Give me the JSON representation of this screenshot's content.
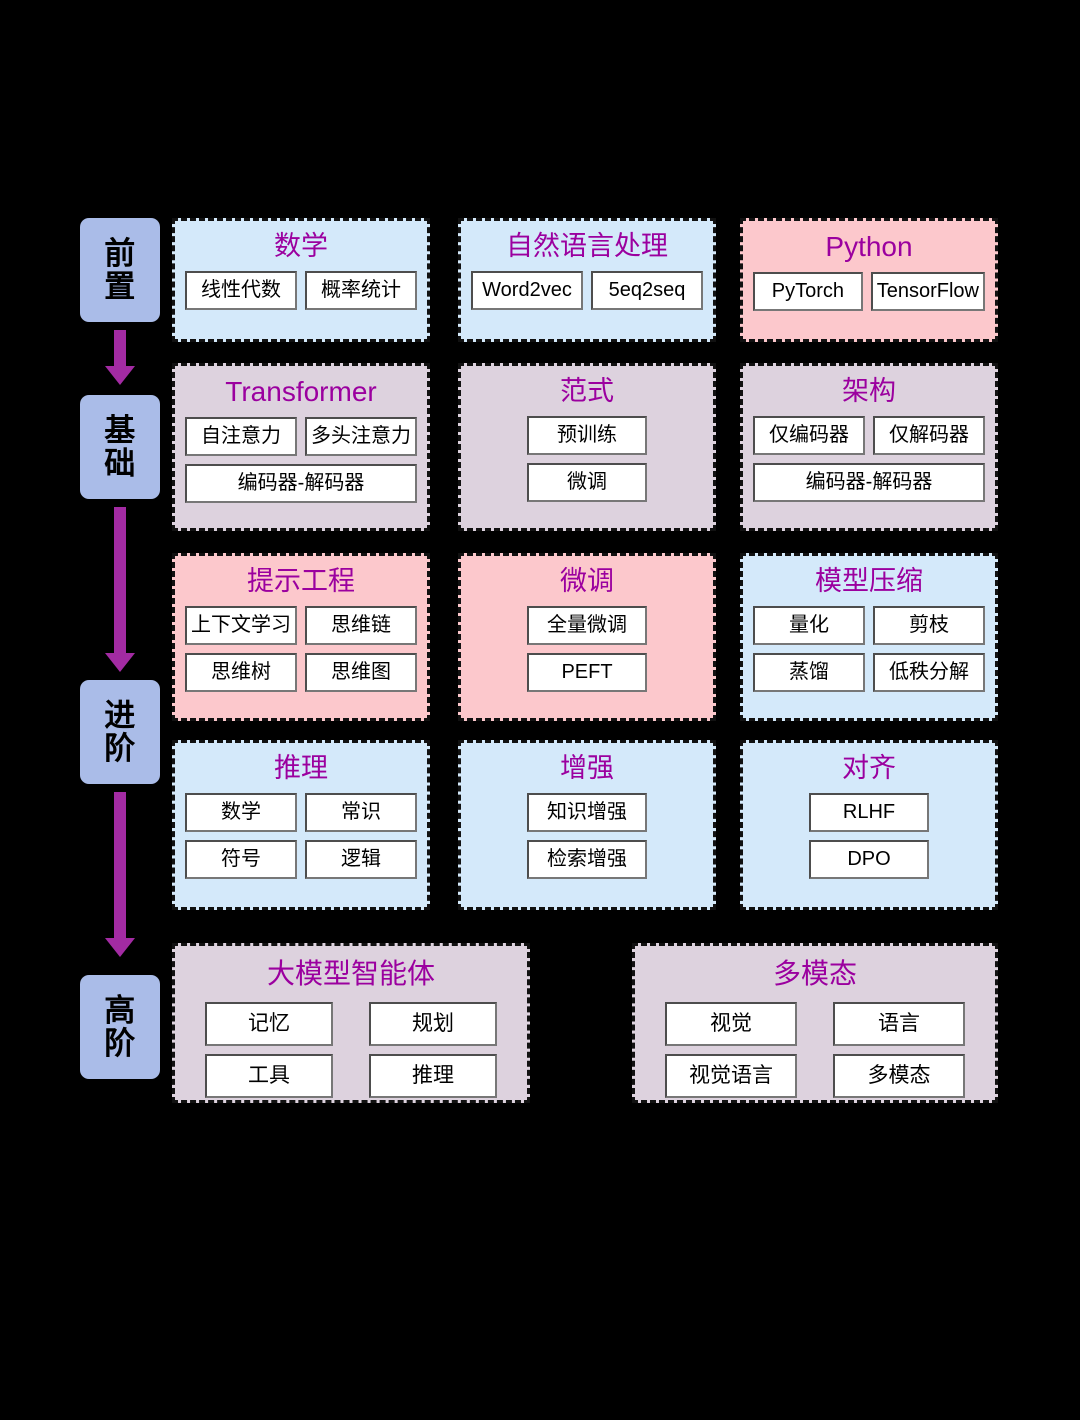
{
  "diagram": {
    "background_color": "#000000",
    "accent_title_color": "#9b009f",
    "arrow_color": "#a32ba3",
    "badge_color": "#aabce8",
    "group_colors": {
      "blue": "#d4e9fa",
      "pink": "#fcc8cc",
      "mauve": "#ddd2de"
    }
  },
  "stages": [
    {
      "id": "prerequisite",
      "label_chars": [
        "前",
        "置"
      ]
    },
    {
      "id": "foundation",
      "label_chars": [
        "基",
        "础"
      ]
    },
    {
      "id": "advanced",
      "label_chars": [
        "进",
        "阶"
      ]
    },
    {
      "id": "expert",
      "label_chars": [
        "高",
        "阶"
      ]
    }
  ],
  "groups": {
    "math": {
      "title": "数学",
      "color": "blue",
      "rows": [
        [
          "线性代数",
          "概率统计"
        ]
      ]
    },
    "nlp": {
      "title": "自然语言处理",
      "color": "blue",
      "rows": [
        [
          "Word2vec",
          "5eq2seq"
        ]
      ]
    },
    "python": {
      "title": "Python",
      "color": "pink",
      "rows": [
        [
          "PyTorch",
          "TensorFlow"
        ]
      ]
    },
    "transformer": {
      "title": "Transformer",
      "color": "mauve",
      "rows": [
        [
          "自注意力",
          "多头注意力"
        ],
        [
          "编码器-解码器"
        ]
      ]
    },
    "paradigm": {
      "title": "范式",
      "color": "mauve",
      "rows": [
        [
          "预训练"
        ],
        [
          "微调"
        ]
      ]
    },
    "architecture": {
      "title": "架构",
      "color": "mauve",
      "rows": [
        [
          "仅编码器",
          "仅解码器"
        ],
        [
          "编码器-解码器"
        ]
      ]
    },
    "prompting": {
      "title": "提示工程",
      "color": "pink",
      "rows": [
        [
          "上下文学习",
          "思维链"
        ],
        [
          "思维树",
          "思维图"
        ]
      ]
    },
    "finetune": {
      "title": "微调",
      "color": "pink",
      "rows": [
        [
          "全量微调"
        ],
        [
          "PEFT"
        ]
      ]
    },
    "compression": {
      "title": "模型压缩",
      "color": "blue",
      "rows": [
        [
          "量化",
          "剪枝"
        ],
        [
          "蒸馏",
          "低秩分解"
        ]
      ]
    },
    "reasoning": {
      "title": "推理",
      "color": "blue",
      "rows": [
        [
          "数学",
          "常识"
        ],
        [
          "符号",
          "逻辑"
        ]
      ]
    },
    "augmentation": {
      "title": "增强",
      "color": "blue",
      "rows": [
        [
          "知识增强"
        ],
        [
          "检索增强"
        ]
      ]
    },
    "alignment": {
      "title": "对齐",
      "color": "blue",
      "rows": [
        [
          "RLHF"
        ],
        [
          "DPO"
        ]
      ]
    },
    "agent": {
      "title": "大模型智能体",
      "color": "mauve",
      "rows": [
        [
          "记忆",
          "规划"
        ],
        [
          "工具",
          "推理"
        ]
      ]
    },
    "multimodal": {
      "title": "多模态",
      "color": "mauve",
      "rows": [
        [
          "视觉",
          "语言"
        ],
        [
          "视觉语言",
          "多模态"
        ]
      ]
    }
  }
}
